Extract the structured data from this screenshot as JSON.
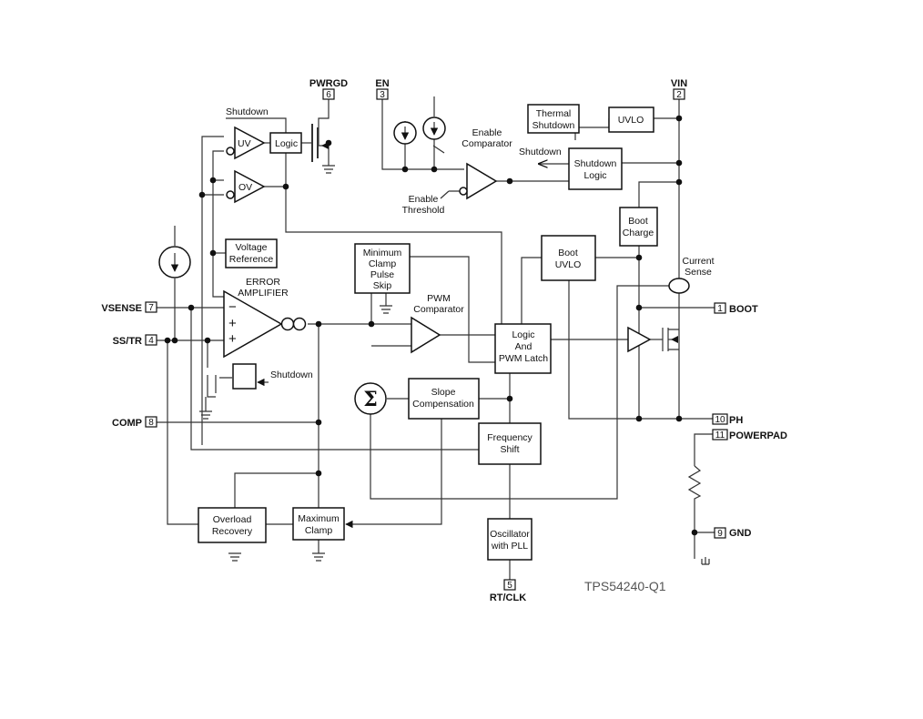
{
  "part_number": "TPS54240-Q1",
  "pins": {
    "pwrgd": {
      "name": "PWRGD",
      "num": "6"
    },
    "en": {
      "name": "EN",
      "num": "3"
    },
    "vin": {
      "name": "VIN",
      "num": "2"
    },
    "vsense": {
      "name": "VSENSE",
      "num": "7"
    },
    "sstr": {
      "name": "SS/TR",
      "num": "4"
    },
    "comp": {
      "name": "COMP",
      "num": "8"
    },
    "boot": {
      "name": "BOOT",
      "num": "1"
    },
    "ph": {
      "name": "PH",
      "num": "10"
    },
    "powerpad": {
      "name": "POWERPAD",
      "num": "11"
    },
    "gnd": {
      "name": "GND",
      "num": "9"
    },
    "rtclk": {
      "name": "RT/CLK",
      "num": "5"
    }
  },
  "blocks": {
    "logic_pg": "Logic",
    "uv": "UV",
    "ov": "OV",
    "voltage_ref": [
      "Voltage",
      "Reference"
    ],
    "min_clamp": [
      "Minimum",
      "Clamp",
      "Pulse",
      "Skip"
    ],
    "thermal_shutdown": [
      "Thermal",
      "Shutdown"
    ],
    "uvlo": "UVLO",
    "shutdown_logic": [
      "Shutdown",
      "Logic"
    ],
    "boot_charge": [
      "Boot",
      "Charge"
    ],
    "boot_uvlo": [
      "Boot",
      "UVLO"
    ],
    "pwm_latch": [
      "Logic",
      "And",
      "PWM Latch"
    ],
    "slope_comp": [
      "Slope",
      "Compensation"
    ],
    "freq_shift": [
      "Frequency",
      "Shift"
    ],
    "oscillator": [
      "Oscillator",
      "with PLL"
    ],
    "overload": [
      "Overload",
      "Recovery"
    ],
    "max_clamp": [
      "Maximum",
      "Clamp"
    ],
    "summer": "Σ"
  },
  "labels": {
    "shutdown_top": "Shutdown",
    "shutdown_right": "Shutdown",
    "shutdown_ss": "Shutdown",
    "enable_comparator": [
      "Enable",
      "Comparator"
    ],
    "enable_threshold": [
      "Enable",
      "Threshold"
    ],
    "error_amplifier": [
      "ERROR",
      "AMPLIFIER"
    ],
    "pwm_comparator": [
      "PWM",
      "Comparator"
    ],
    "current_sense": [
      "Current",
      "Sense"
    ],
    "amp_minus": "−",
    "amp_plus1": "+",
    "amp_plus2": "+"
  }
}
